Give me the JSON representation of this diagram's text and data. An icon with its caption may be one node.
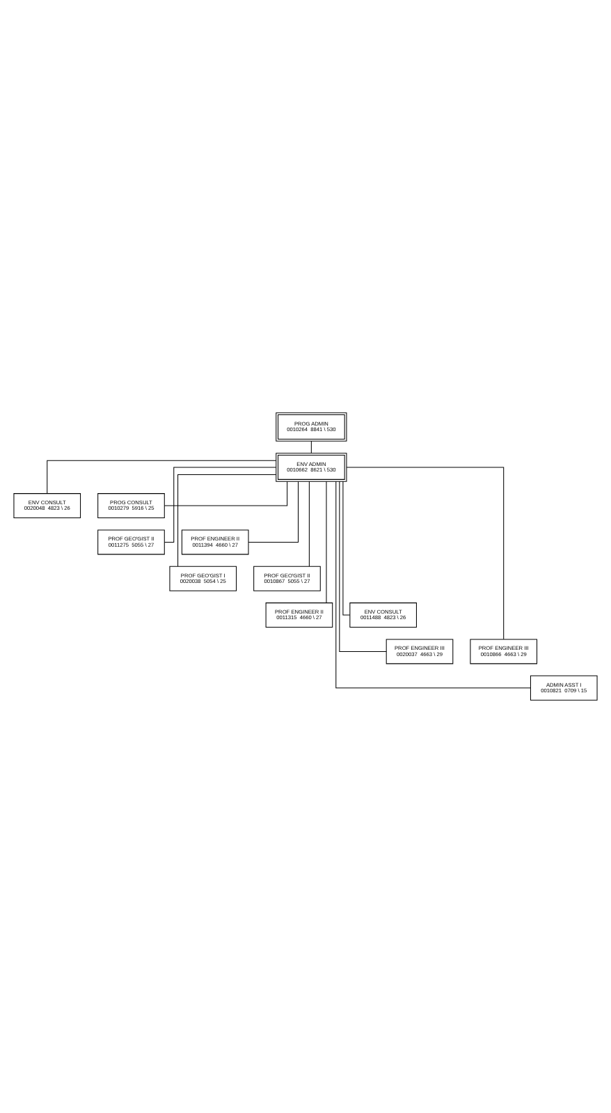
{
  "diagram": {
    "nodes": [
      {
        "text": [
          "PROG ADMIN",
          "0010264  8841 \\ 530"
        ]
      },
      {
        "text": [
          "ENV ADMIN",
          "0010662  8621 \\ 530"
        ]
      },
      {
        "text": [
          "ENV CONSULT",
          "0020048  4823 \\ 26"
        ]
      },
      {
        "text": [
          "PROG CONSULT",
          "0010279  5916 \\ 25"
        ]
      },
      {
        "text": [
          "PROF GEO'GIST II",
          "0011275  5055 \\ 27"
        ]
      },
      {
        "text": [
          "PROF ENGINEER II",
          "0011394  4660 \\ 27"
        ]
      },
      {
        "text": [
          "PROF GEO'GIST I",
          "0020038  5054 \\ 25"
        ]
      },
      {
        "text": [
          "PROF GEO'GIST II",
          "0010867  5055 \\ 27"
        ]
      },
      {
        "text": [
          "PROF ENGINEER II",
          "0011315  4660 \\ 27"
        ]
      },
      {
        "text": [
          "ENV CONSULT",
          "0011488  4823 \\ 26"
        ]
      },
      {
        "text": [
          "PROF ENGINEER III",
          "0020037  4663 \\ 29"
        ]
      },
      {
        "text": [
          "PROF ENGINEER III",
          "0010866  4663 \\ 29"
        ]
      },
      {
        "text": [
          "ADMIN ASST I",
          "0010821  0709 \\ 15"
        ]
      }
    ],
    "edges": [
      {
        "from": 0,
        "to": 1,
        "arrow": "none"
      },
      {
        "from": 1,
        "to": 2,
        "arrow": "none"
      },
      {
        "from": 1,
        "to": 3,
        "arrow": "none"
      },
      {
        "from": 1,
        "to": 4,
        "arrow": "none"
      },
      {
        "from": 1,
        "to": 5,
        "arrow": "none"
      },
      {
        "from": 1,
        "to": 6,
        "arrow": "none"
      },
      {
        "from": 1,
        "to": 7,
        "arrow": "none"
      },
      {
        "from": 1,
        "to": 8,
        "arrow": "none"
      },
      {
        "from": 1,
        "to": 9,
        "arrow": "none"
      },
      {
        "from": 1,
        "to": 10,
        "arrow": "none"
      },
      {
        "from": 1,
        "to": 11,
        "arrow": "none"
      },
      {
        "from": 1,
        "to": 12,
        "arrow": "none"
      }
    ]
  }
}
